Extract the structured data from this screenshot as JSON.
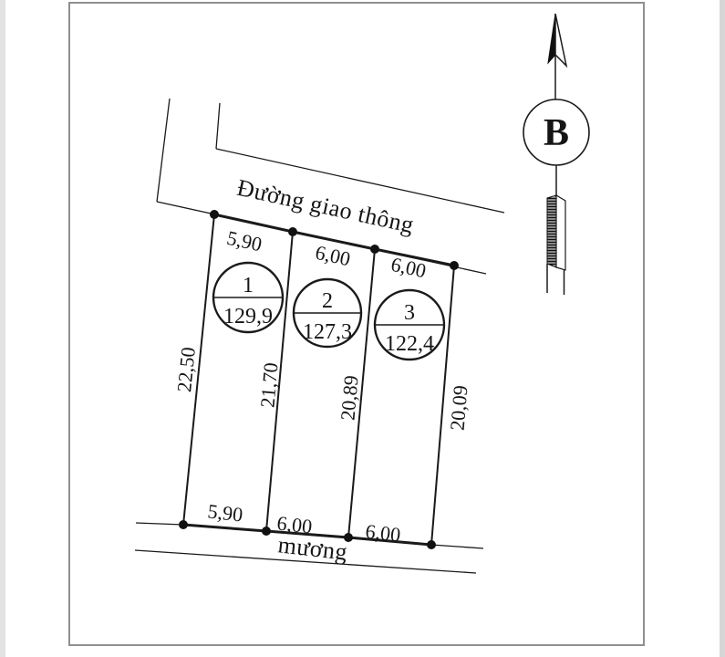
{
  "drawing": {
    "road_label": "Đường giao thông",
    "ditch_label": "mương",
    "north_label": "B",
    "plots": [
      {
        "number": "1",
        "area": "129,9"
      },
      {
        "number": "2",
        "area": "127,3"
      },
      {
        "number": "3",
        "area": "122,4"
      }
    ],
    "dimensions": {
      "top": [
        "5,90",
        "6,00",
        "6,00"
      ],
      "bottom": [
        "5,90",
        "6,00",
        "6,00"
      ],
      "sides": [
        "22,50",
        "21,70",
        "20,89",
        "20,09"
      ]
    },
    "colors": {
      "ink": "#1a1a1a",
      "frame_gray": "#8f8f8f",
      "paper": "#ffffff"
    }
  }
}
